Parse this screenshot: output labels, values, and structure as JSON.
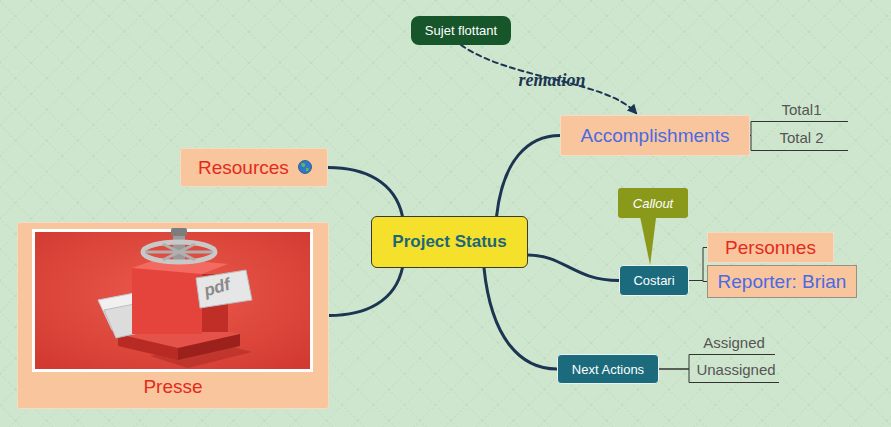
{
  "diagram": {
    "nodes": [
      {
        "text": [
          "Project Status"
        ]
      },
      {
        "text": [
          "Sujet flottant"
        ]
      },
      {
        "text": [
          "Resources"
        ]
      },
      {
        "text": [
          "Presse"
        ]
      },
      {
        "text": [
          "Accomplishments"
        ]
      },
      {
        "text": [
          "Total1"
        ]
      },
      {
        "text": [
          "Total 2"
        ]
      },
      {
        "text": [
          "Callout"
        ]
      },
      {
        "text": [
          "Costari"
        ]
      },
      {
        "text": [
          "Personnes"
        ]
      },
      {
        "text": [
          "Reporter: Brian"
        ]
      },
      {
        "text": [
          "Next Actions"
        ]
      },
      {
        "text": [
          "Assigned"
        ]
      },
      {
        "text": [
          "Unassigned"
        ]
      }
    ],
    "edges": [
      {
        "from": 0,
        "to": 2,
        "arrow": "none"
      },
      {
        "from": 0,
        "to": 3,
        "arrow": "none"
      },
      {
        "from": 0,
        "to": 4,
        "arrow": "none"
      },
      {
        "from": 0,
        "to": 8,
        "arrow": "none"
      },
      {
        "from": 0,
        "to": 11,
        "arrow": "none"
      },
      {
        "from": 4,
        "to": 5,
        "arrow": "none"
      },
      {
        "from": 4,
        "to": 6,
        "arrow": "none"
      },
      {
        "from": 8,
        "to": 9,
        "arrow": "none"
      },
      {
        "from": 8,
        "to": 10,
        "arrow": "none"
      },
      {
        "from": 11,
        "to": 12,
        "arrow": "none"
      },
      {
        "from": 11,
        "to": 13,
        "arrow": "none"
      },
      {
        "from": 1,
        "to": 4,
        "label": "remation",
        "arrow": "to"
      },
      {
        "from": 7,
        "to": 8,
        "arrow": "none"
      }
    ],
    "labels": [
      "pdf"
    ]
  }
}
